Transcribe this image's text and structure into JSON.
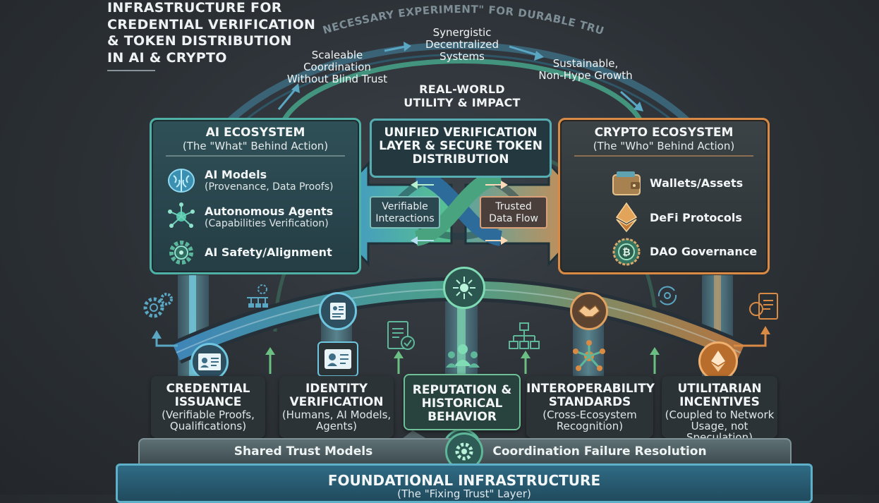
{
  "title": [
    "INFRASTRUCTURE FOR",
    "CREDENTIAL VERIFICATION",
    "& TOKEN DISTRIBUTION",
    "IN AI & CRYPTO"
  ],
  "arc_text": "A \"NECESSARY EXPERIMENT\" FOR DURABLE TRUST",
  "arc_labels": {
    "left": [
      "Scaleable",
      "Coordination",
      "Without Blind Trust"
    ],
    "center": [
      "Synergistic",
      "Decentralized",
      "Systems"
    ],
    "right": [
      "Sustainable,",
      "Non-Hype Growth"
    ]
  },
  "real_world": [
    "REAL-WORLD",
    "UTILITY & IMPACT"
  ],
  "ai_panel": {
    "title": "AI ECOSYSTEM",
    "subtitle": "(The \"What\" Behind Action)",
    "items": [
      {
        "title": "AI Models",
        "sub": "(Provenance, Data Proofs)",
        "icon": "brain-icon"
      },
      {
        "title": "Autonomous Agents",
        "sub": "(Capabilities Verification)",
        "icon": "network-node-icon"
      },
      {
        "title": "AI Safety/Alignment",
        "sub": "",
        "icon": "gear-brain-icon"
      }
    ]
  },
  "center_panel": {
    "title": [
      "UNIFIED VERIFICATION",
      "LAYER & SECURE TOKEN",
      "DISTRIBUTION"
    ],
    "left_flow": [
      "Verifiable",
      "Interactions"
    ],
    "right_flow": [
      "Trusted",
      "Data Flow"
    ]
  },
  "crypto_panel": {
    "title": "CRYPTO ECOSYSTEM",
    "subtitle": "(The \"Who\" Behind Action)",
    "items": [
      {
        "title": "Wallets/Assets",
        "icon": "wallet-icon"
      },
      {
        "title": "DeFi Protocols",
        "icon": "ethereum-icon"
      },
      {
        "title": "DAO Governance",
        "icon": "bitcoin-coin-icon"
      }
    ]
  },
  "cards": [
    {
      "title": [
        "CREDENTIAL",
        "ISSUANCE"
      ],
      "sub": [
        "(Verifiable Proofs,",
        "Qualifications)"
      ]
    },
    {
      "title": [
        "IDENTITY",
        "VERIFICATION"
      ],
      "sub": [
        "(Humans, AI Models,",
        "Agents)"
      ]
    },
    {
      "title": [
        "REPUTATION &",
        "HISTORICAL",
        "BEHAVIOR"
      ],
      "sub": []
    },
    {
      "title": [
        "INTEROPERABILITY",
        "STANDARDS"
      ],
      "sub": [
        "(Cross-Ecosystem",
        "Recognition)"
      ]
    },
    {
      "title": [
        "UTILITARIAN",
        "INCENTIVES"
      ],
      "sub": [
        "(Coupled to Network",
        "Usage, not Speculation)"
      ]
    }
  ],
  "platform": {
    "left": "Shared Trust Models",
    "right": "Coordination Failure Resolution"
  },
  "foundation": {
    "title": "FOUNDATIONAL INFRASTRUCTURE",
    "subtitle": "(The \"Fixing Trust\" Layer)"
  },
  "colors": {
    "teal": "#4fb0a6",
    "orange": "#d98a44",
    "blue": "#5db0c8",
    "bg": "#2b3035"
  }
}
